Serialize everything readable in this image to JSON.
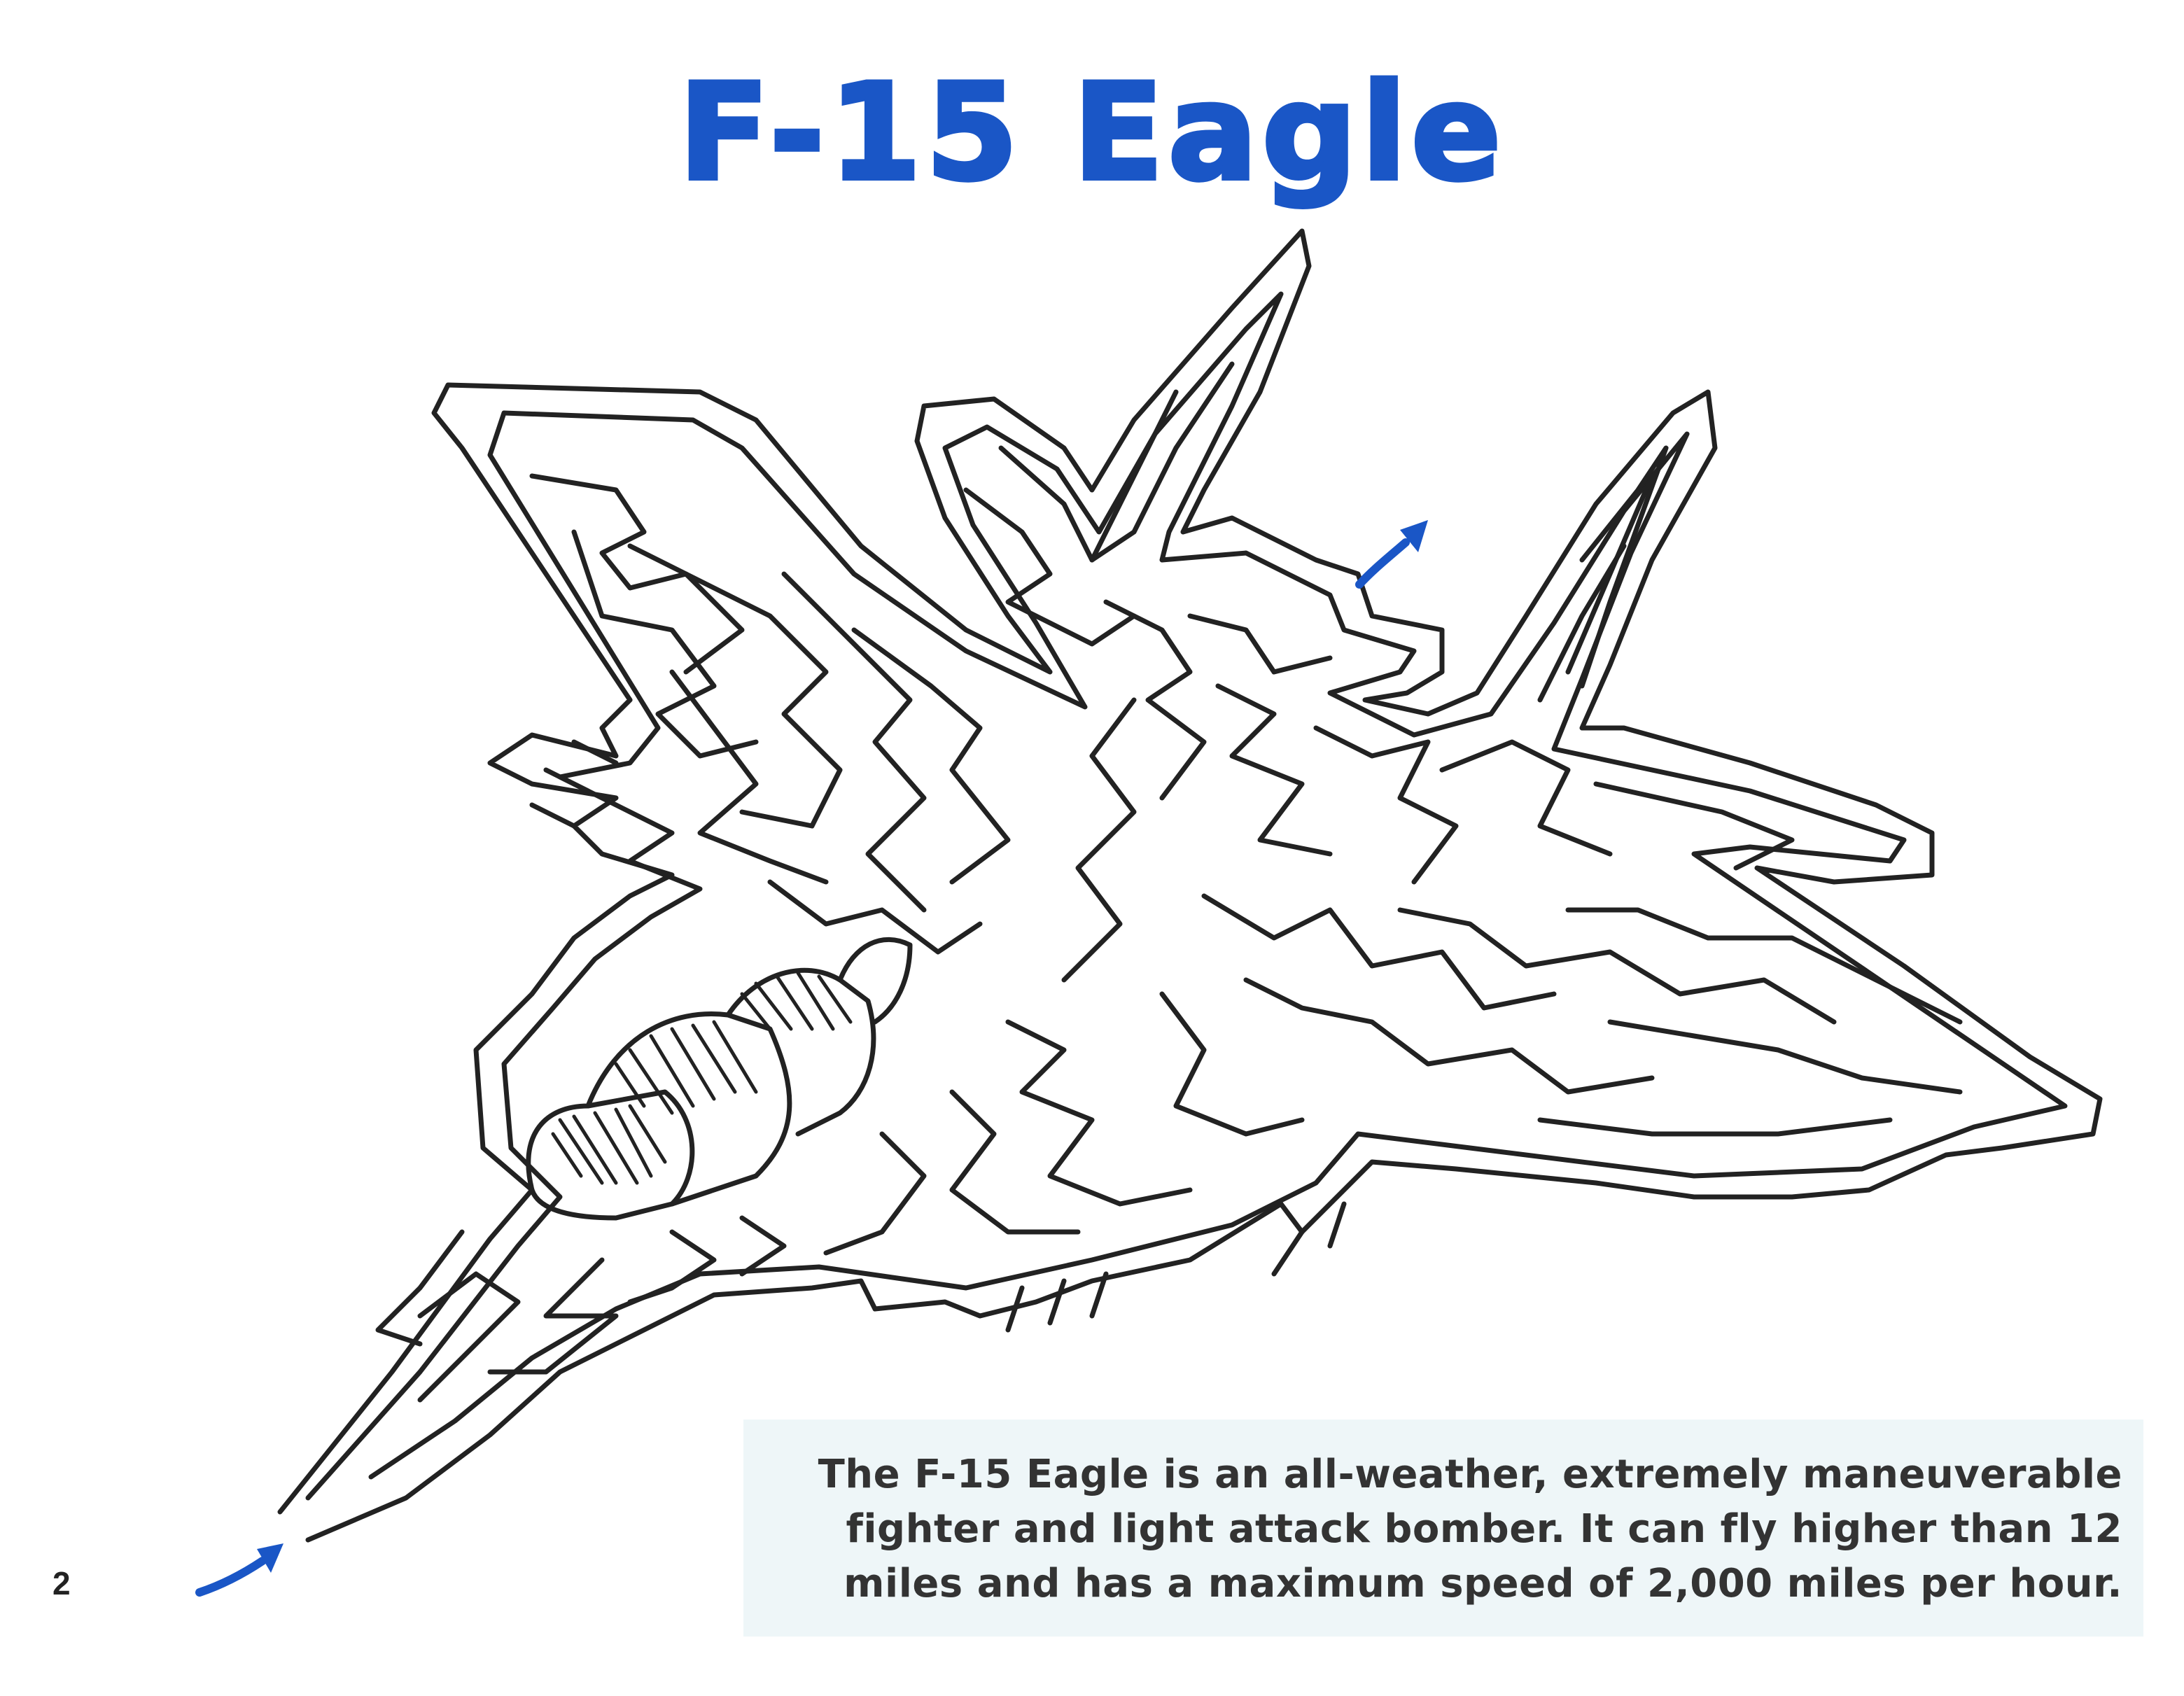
{
  "title": "F-15 Eagle",
  "description": {
    "line1": "The F-15 Eagle is an all-weather, extremely maneuverable",
    "line2": "fighter and light attack bomber. It can fly higher than 12",
    "line3": "miles and has a maximum speed of 2,000 miles per hour."
  },
  "page_number": "2",
  "colors": {
    "title": "#1a56c6",
    "arrow": "#1a56c6",
    "maze_line": "#222222",
    "info_box": "#eef6f8"
  },
  "icons": {
    "start": "start-arrow-icon",
    "end": "end-arrow-icon"
  }
}
